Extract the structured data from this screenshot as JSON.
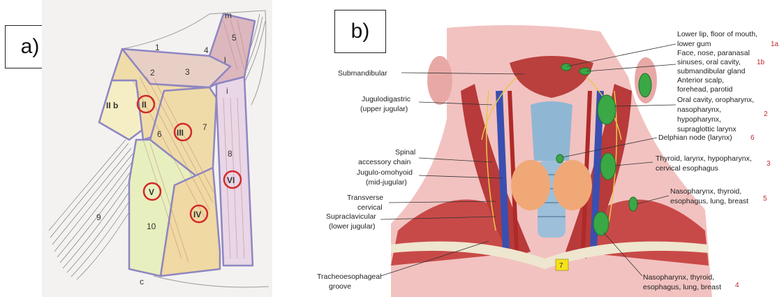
{
  "panel_a": {
    "tag": "a)",
    "region_numbers": [
      "1",
      "2",
      "3",
      "4",
      "5",
      "6",
      "7",
      "8",
      "9",
      "10"
    ],
    "region_letters": [
      "m",
      "l",
      "i",
      "c"
    ],
    "level_labels": [
      "II b",
      "II",
      "III",
      "IV",
      "V",
      "VI"
    ]
  },
  "panel_b": {
    "tag": "b)",
    "left_labels": [
      "Submandibular",
      "Jugulodigastric",
      "(upper jugular)",
      "Spinal",
      "accessory chain",
      "Jugulo-omohyoid",
      "(mid-jugular)",
      "Transverse",
      "cervical",
      "Supraclavicular",
      "(lower jugular)",
      "Tracheoesophageal",
      "groove"
    ],
    "right_labels": [
      {
        "lines": [
          "Lower lip, floor of mouth,",
          "lower gum"
        ],
        "code": "1a"
      },
      {
        "lines": [
          "Face, nose, paranasal",
          "sinuses, oral cavity,",
          "submandibular gland"
        ],
        "code": "1b"
      },
      {
        "lines": [
          "Anterior scalp,",
          "forehead, parotid"
        ],
        "code": ""
      },
      {
        "lines": [
          "Oral cavity, oropharynx,",
          "nasopharynx,",
          "hypopharynx,",
          "supraglottic larynx"
        ],
        "code": "2"
      },
      {
        "lines": [
          "Delphian node (larynx)"
        ],
        "code": "6"
      },
      {
        "lines": [
          "Thyroid, larynx, hypopharynx,",
          "cervical esophagus"
        ],
        "code": "3"
      },
      {
        "lines": [
          "Nasopharynx, thyroid,",
          "esophagus, lung, breast"
        ],
        "code": "5"
      },
      {
        "lines": [
          "Nasopharynx, thyroid,",
          "esophagus, lung, breast"
        ],
        "code": "4"
      }
    ],
    "badge": "7"
  }
}
